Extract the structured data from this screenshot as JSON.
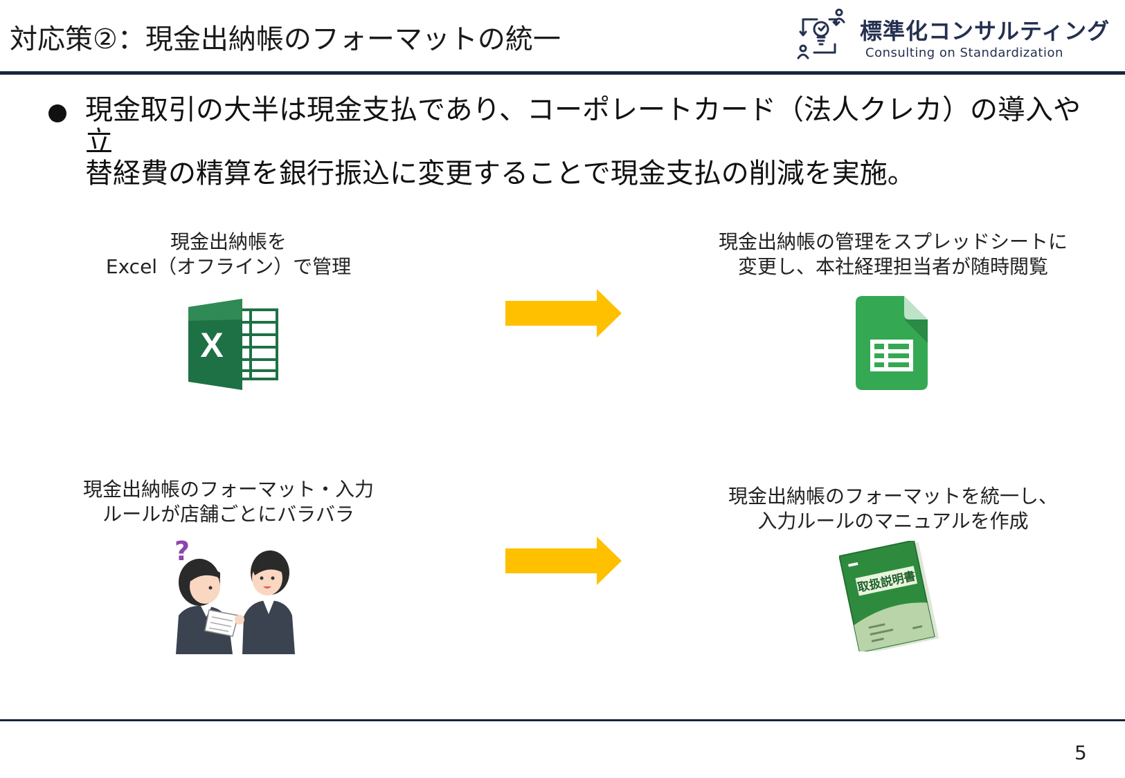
{
  "header": {
    "title": "対応策②：現金出納帳のフォーマットの統一",
    "logo": {
      "name_jp": "標準化コンサルティング",
      "name_en": "Consulting on Standardization"
    }
  },
  "bullet": {
    "line1": "現金取引の大半は現金支払であり、コーポレートカード（法人クレカ）の導入や立",
    "line2": "替経費の精算を銀行振込に変更することで現金支払の削減を実施。"
  },
  "comparisons": [
    {
      "before": {
        "lines": [
          "現金出納帳を",
          "Excel（オフライン）で管理"
        ],
        "icon": "excel-icon"
      },
      "after": {
        "lines": [
          "現金出納帳の管理をスプレッドシートに",
          "変更し、本社経理担当者が随時閲覧"
        ],
        "icon": "google-sheets-icon"
      }
    },
    {
      "before": {
        "lines": [
          "現金出納帳のフォーマット・入力",
          "ルールが店舗ごとにバラバラ"
        ],
        "icon": "confused-staff-illustration"
      },
      "after": {
        "lines": [
          "現金出納帳のフォーマットを統一し、",
          "入力ルールのマニュアルを作成"
        ],
        "icon": "manual-book-illustration",
        "book_label": "取扱説明書"
      }
    }
  ],
  "colors": {
    "accent_arrow": "#FFC000",
    "rule": "#17243A",
    "logo": "#24304F"
  },
  "footer": {
    "page_number": "5"
  }
}
